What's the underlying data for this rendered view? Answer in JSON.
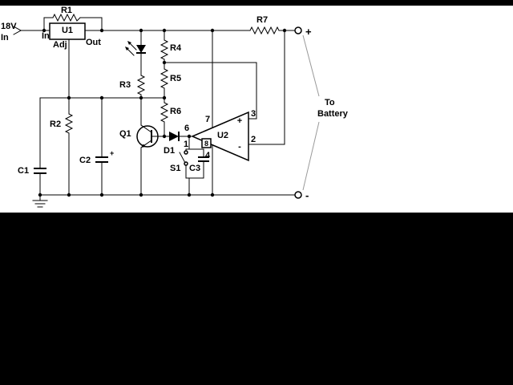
{
  "colors": {
    "background": "#000000",
    "paper": "#ffffff",
    "ink": "#000000",
    "pointer": "#999999"
  },
  "source": {
    "voltage": "18V",
    "direction": "In"
  },
  "u1": {
    "ref": "U1",
    "pin_in": "In",
    "pin_out": "Out",
    "pin_adj": "Adj"
  },
  "resistors": {
    "r1": "R1",
    "r2": "R2",
    "r3": "R3",
    "r4": "R4",
    "r5": "R5",
    "r6": "R6",
    "r7": "R7"
  },
  "capacitors": {
    "c1": "C1",
    "c2": "C2",
    "c2_polarity": "+",
    "c3": "C3"
  },
  "semis": {
    "q1": "Q1",
    "d1": "D1"
  },
  "switch": {
    "s1": "S1"
  },
  "u2": {
    "ref": "U2",
    "pin_out": "6",
    "pin_vplus": "7",
    "pin_null": "1",
    "pin_vminus": "4",
    "pin_noninv": "3",
    "pin_inv": "2",
    "pin_nc": "8",
    "mark_plus": "+",
    "mark_minus": "-"
  },
  "terminals": {
    "positive": "+",
    "negative": "-"
  },
  "output_note": {
    "line1": "To",
    "line2": "Battery"
  }
}
